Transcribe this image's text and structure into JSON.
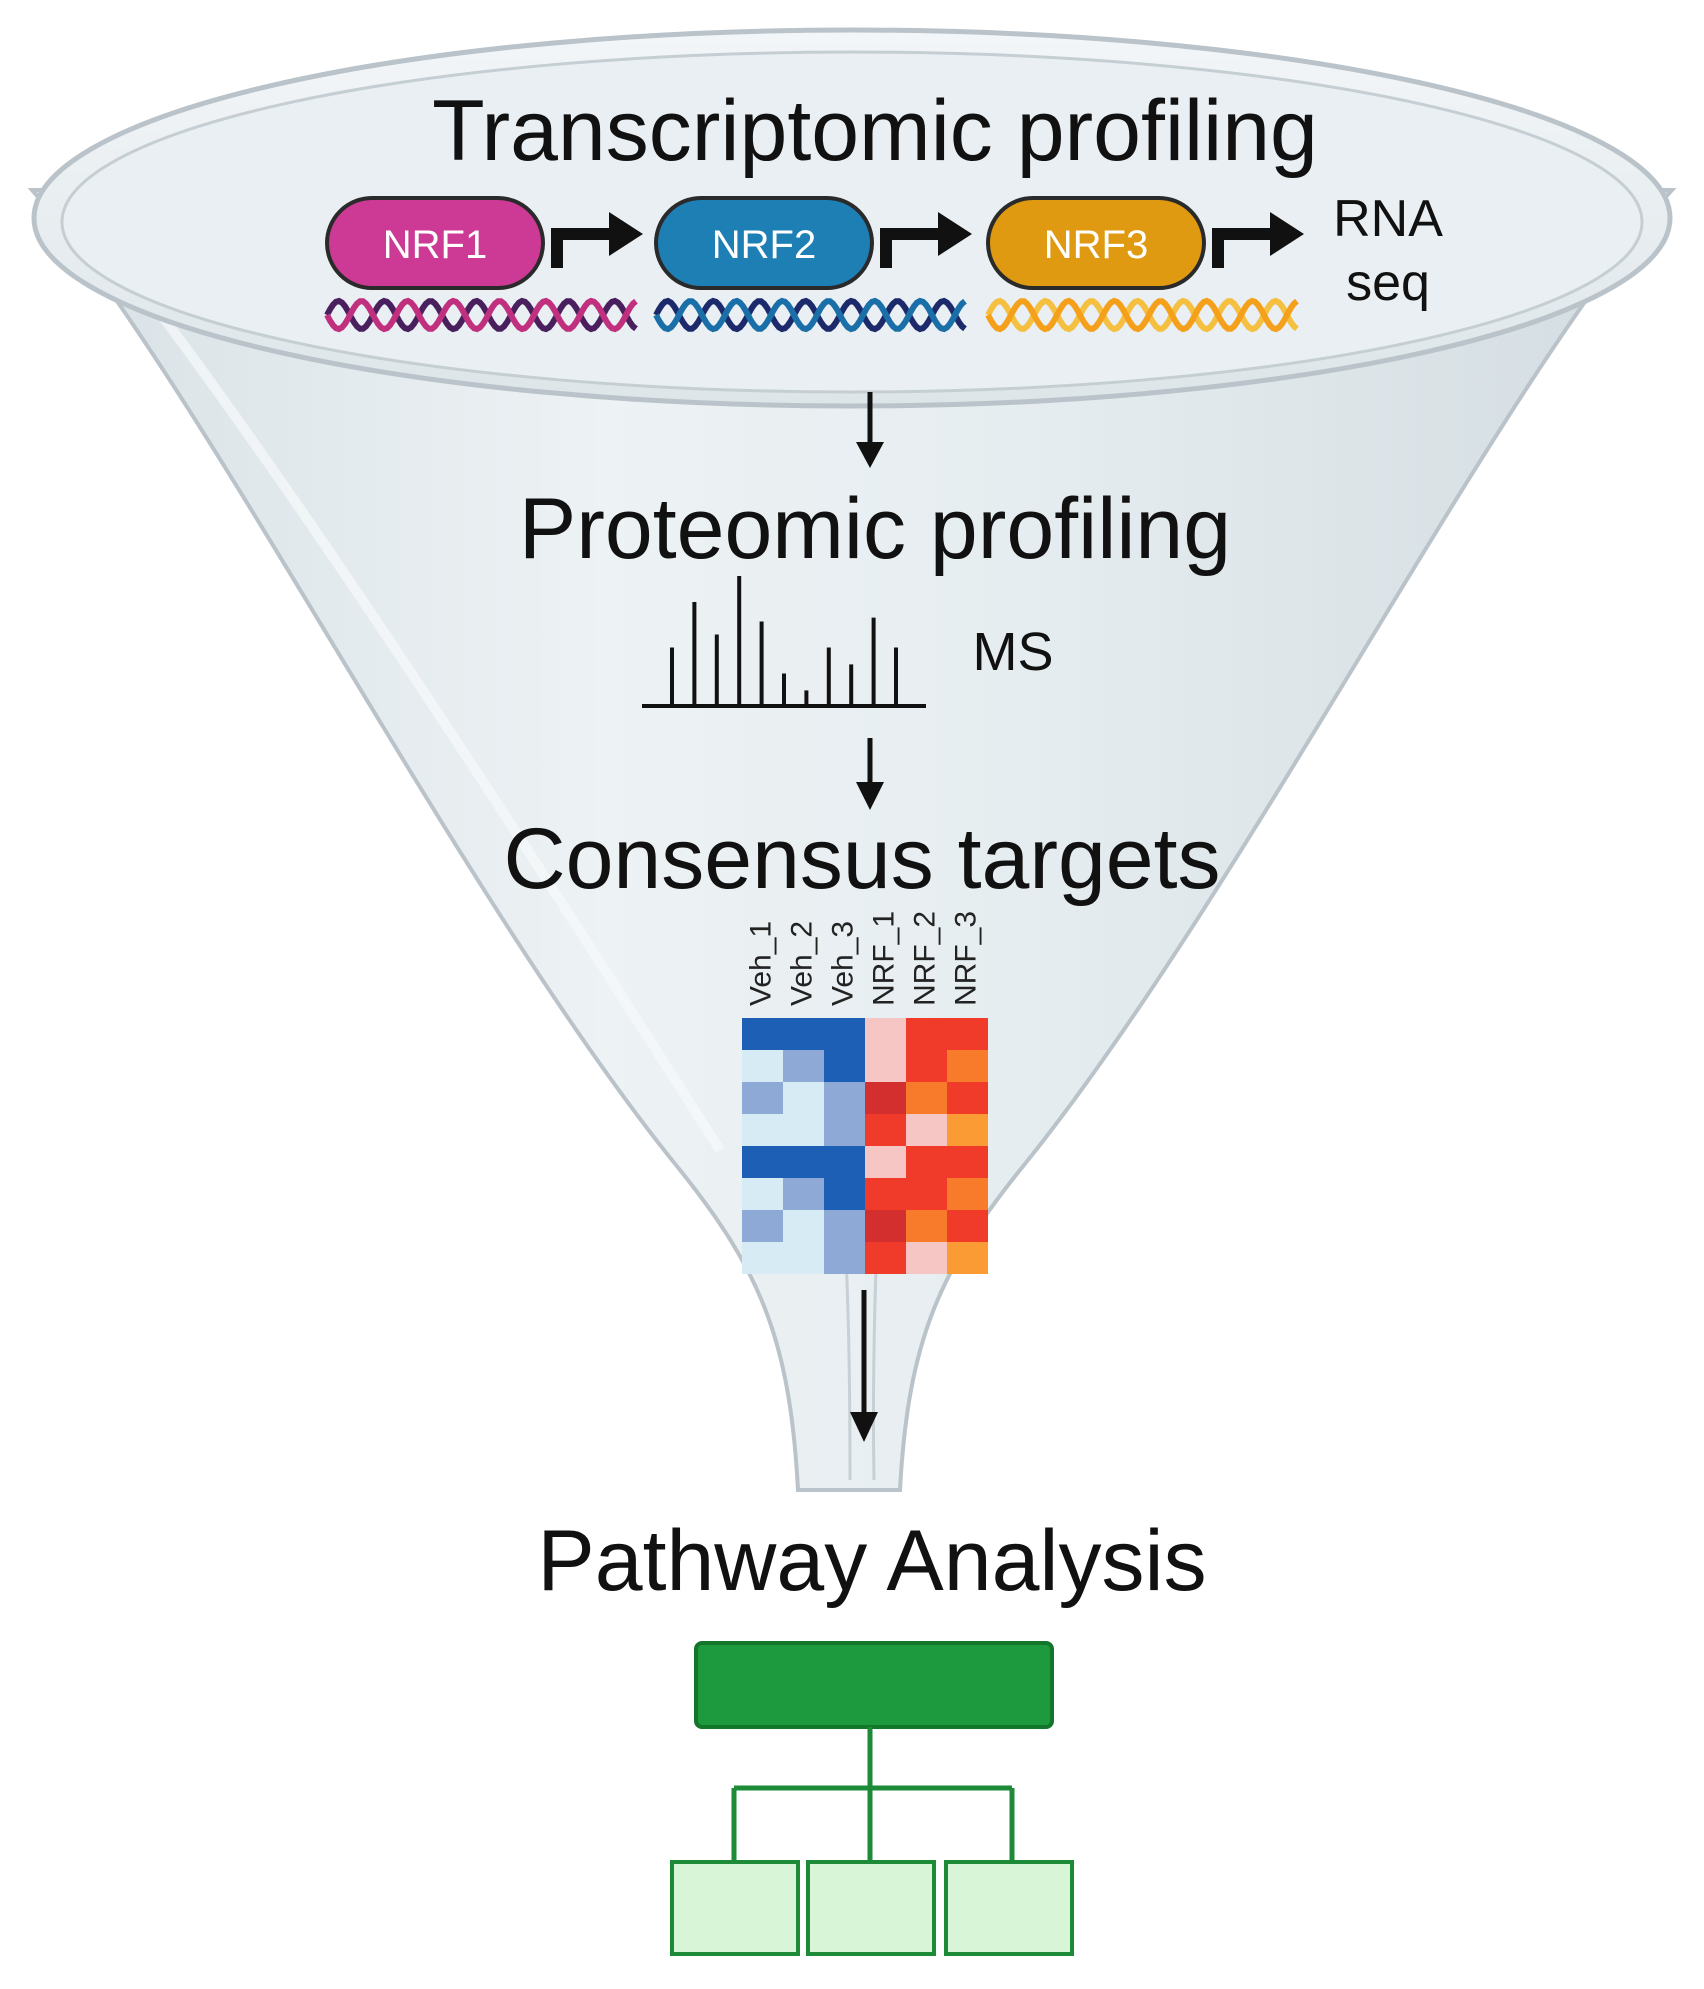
{
  "stages": {
    "transcriptomic": "Transcriptomic profiling",
    "proteomic": "Proteomic profiling",
    "consensus": "Consensus targets",
    "pathway": "Pathway Analysis"
  },
  "factors": [
    {
      "label": "NRF1",
      "color": "#cc3a95",
      "dna": [
        "#c0307e",
        "#4a1f5e"
      ]
    },
    {
      "label": "NRF2",
      "color": "#1e7fb5",
      "dna": [
        "#1a6fa8",
        "#1c2a6b"
      ]
    },
    {
      "label": "NRF3",
      "color": "#e09a12",
      "dna": [
        "#f5a01a",
        "#f5c040"
      ]
    }
  ],
  "rnaseq": {
    "line1": "RNA",
    "line2": "seq"
  },
  "ms_label": "MS",
  "ms_peaks": [
    0.45,
    0.8,
    0.55,
    1.0,
    0.65,
    0.25,
    0.12,
    0.45,
    0.32,
    0.68,
    0.45
  ],
  "heatmap": {
    "columns": [
      "Veh_1",
      "Veh_2",
      "Veh_3",
      "NRF_1",
      "NRF_2",
      "NRF_3"
    ],
    "palette": {
      "0": "#d6ebf3",
      "1": "#8fa9d6",
      "2": "#1d5fb5",
      "3": "#f6c6c4",
      "4": "#f03a2a",
      "5": "#d32f2f",
      "6": "#f87b2c",
      "7": "#fa9b33"
    },
    "cells": [
      [
        2,
        2,
        2,
        3,
        4,
        4
      ],
      [
        0,
        1,
        2,
        3,
        4,
        6
      ],
      [
        1,
        0,
        1,
        5,
        6,
        4
      ],
      [
        0,
        0,
        1,
        4,
        3,
        7
      ],
      [
        2,
        2,
        2,
        3,
        4,
        4
      ],
      [
        0,
        1,
        2,
        4,
        4,
        6
      ],
      [
        1,
        0,
        1,
        5,
        6,
        4
      ],
      [
        0,
        0,
        1,
        4,
        3,
        7
      ]
    ]
  },
  "colors": {
    "funnel_fill": "#e4ebef",
    "funnel_edge": "#b9c3c9",
    "arrow": "#111111",
    "tree_dark": "#1d9a3d",
    "tree_dark_border": "#13762b",
    "tree_light": "#d8f5d8",
    "tree_light_border": "#1d8a38"
  }
}
